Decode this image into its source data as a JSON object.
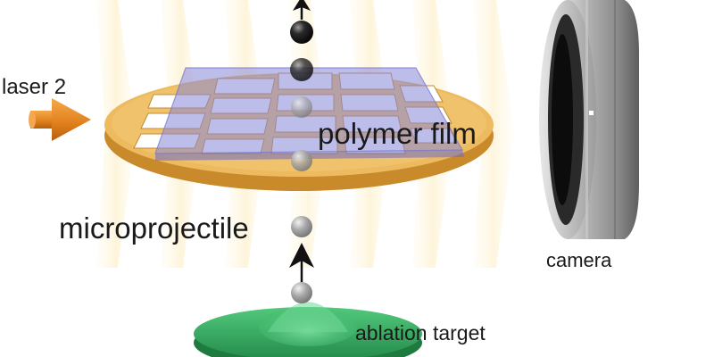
{
  "labels": {
    "laser": "laser 2",
    "film": "polymer film",
    "projectile": "microprojectile",
    "camera": "camera",
    "target": "ablation target"
  },
  "colors": {
    "laser_beam_glow": "#fdeec0",
    "laser_arrow": "#e58a26",
    "substrate": "#e8b559",
    "substrate_edge": "#c98a2c",
    "polymer_film": "#8f8fdc",
    "ablation_target": "#3fb86a",
    "projectile": "#333333",
    "camera_body": "#9a9a9a",
    "arrow": "#111111",
    "text": "#1a1a1a"
  },
  "icons": {
    "incoming_laser": "orange-arrow-icon",
    "trajectory": "black-up-arrow-icon"
  }
}
